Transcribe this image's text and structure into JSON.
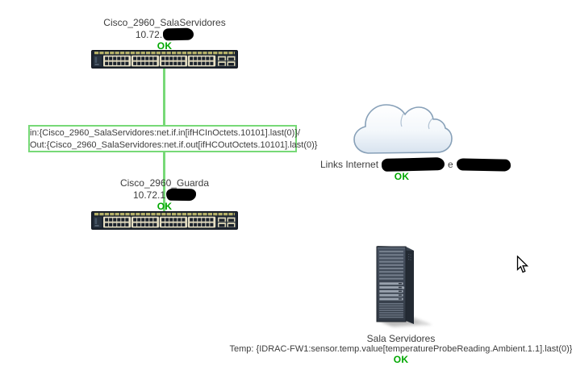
{
  "map": {
    "background": "#ffffff"
  },
  "colors": {
    "link_line": "#77d977",
    "ok_green": "#00a800",
    "label_text": "#3d3d3d",
    "link_box_bg": "#ffffff"
  },
  "icons": {
    "switch": "cisco-2960-switch-icon",
    "internet": "cloud-icon",
    "server": "rack-server-icon",
    "cursor": "mouse-cursor-icon"
  },
  "nodes": {
    "switch_sala": {
      "name": "Cisco_2960_SalaServidores",
      "ip_visible": "10.72.",
      "ip_redacted": true,
      "status": "OK"
    },
    "switch_guarda": {
      "name": "Cisco_2960_Guarda",
      "ip_visible": "10.72.1",
      "ip_redacted": true,
      "status": "OK"
    },
    "internet_links": {
      "label_prefix": "Links Internet",
      "label_connector": "e",
      "redacted_segments": 2,
      "status": "OK"
    },
    "server_room": {
      "name": "Sala Servidores",
      "temp_expression": "Temp: {IDRAC-FW1:sensor.temp.value[temperatureProbeReading.Ambient.1.1].last(0)}",
      "status": "OK"
    }
  },
  "link": {
    "label_line1": "in:{Cisco_2960_SalaServidores:net.if.in[ifHCInOctets.10101].last(0)}/",
    "label_line2": "Out:{Cisco_2960_SalaServidores:net.if.out[ifHCOutOctets.10101].last(0)}"
  }
}
